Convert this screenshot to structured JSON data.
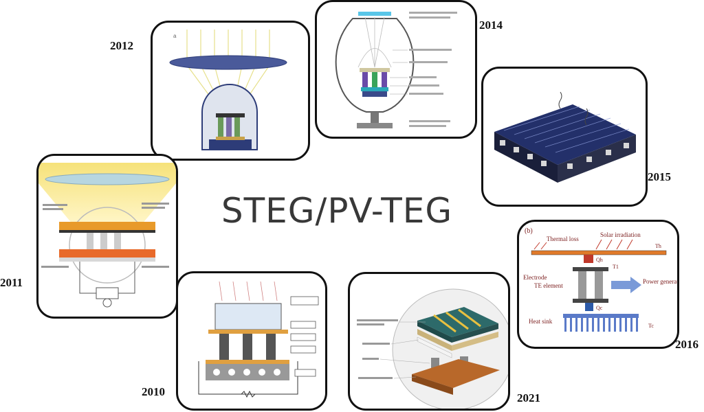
{
  "title": "STEG/PV-TEG",
  "years": {
    "y2010": "2010",
    "y2011": "2011",
    "y2012": "2012",
    "y2014": "2014",
    "y2015": "2015",
    "y2016": "2016",
    "y2021": "2021"
  },
  "panel_2016": {
    "tag": "(b)",
    "solar": "Solar irradiation",
    "thermal": "Thermal loss",
    "element": "TE element",
    "electrode": "Electrode",
    "power": "Power generation",
    "heatsink": "Heat sink",
    "qh": "Qh",
    "qc": "Qc",
    "th": "Th",
    "tc": "Tc",
    "t1": "T1"
  },
  "colors": {
    "accent_orange": "#e07a2a",
    "accent_navy": "#2d3c78",
    "panel_border": "#111111"
  }
}
